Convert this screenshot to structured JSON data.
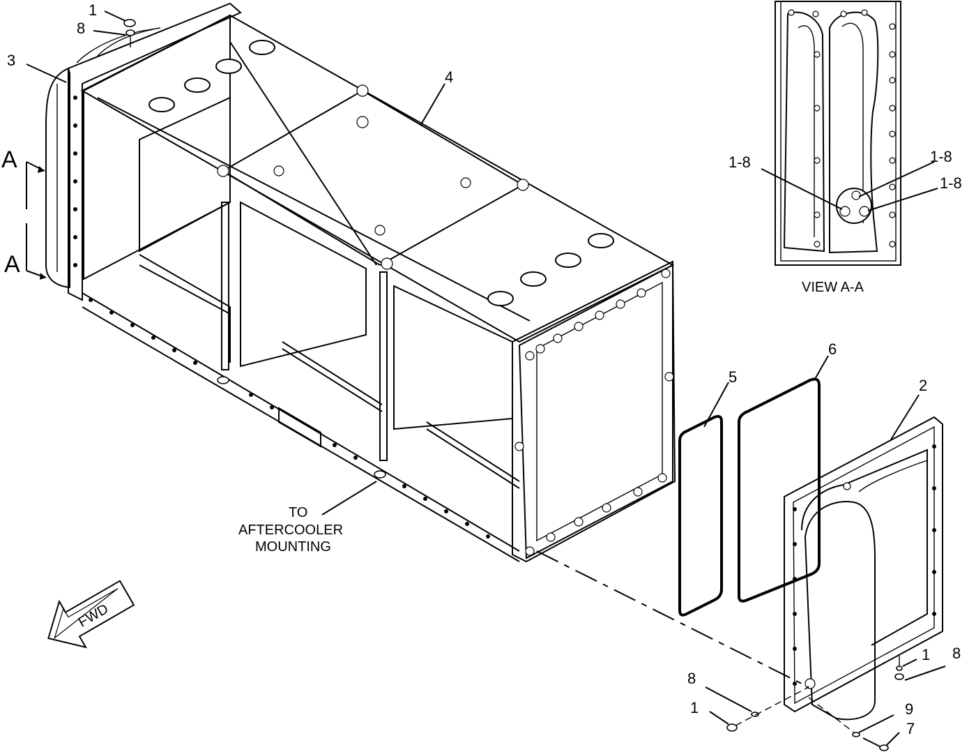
{
  "callouts": {
    "c1_top": "1",
    "c8_top": "8",
    "c3": "3",
    "c4": "4",
    "c5": "5",
    "c6": "6",
    "c2": "2",
    "c1_br": "1",
    "c8_br": "8",
    "c8_bl": "8",
    "c1_bl": "1",
    "c9": "9",
    "c7": "7"
  },
  "view": {
    "section_top": "A",
    "section_bottom": "A",
    "title": "VIEW A-A",
    "callout_left": "1-8",
    "callout_right_top": "1-8",
    "callout_right_bottom": "1-8"
  },
  "note": {
    "line1": "TO",
    "line2": "AFTERCOOLER",
    "line3": "MOUNTING"
  },
  "fwd": "FWD"
}
